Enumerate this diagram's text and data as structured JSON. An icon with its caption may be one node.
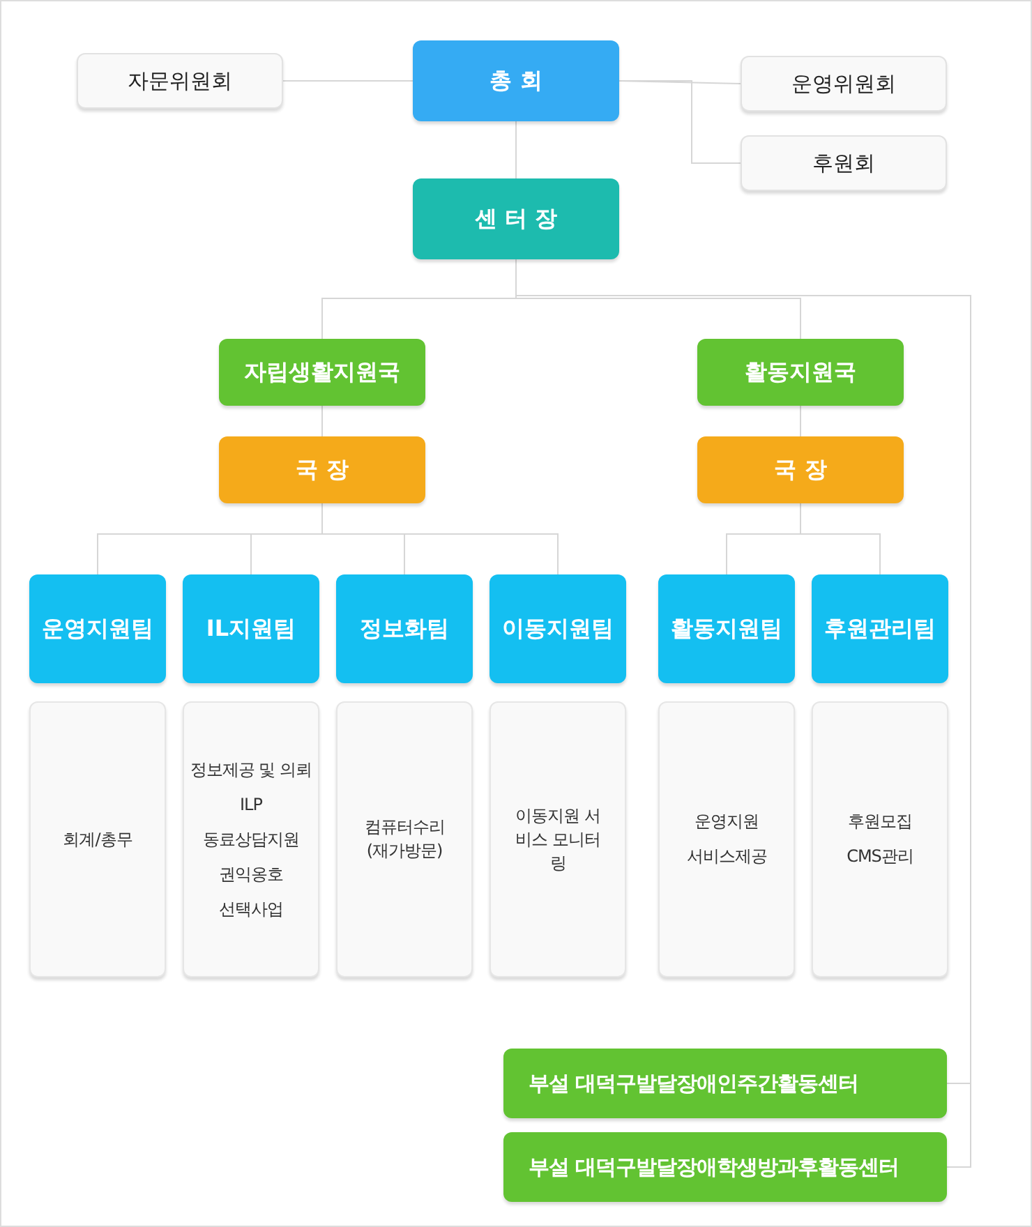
{
  "diagram": {
    "nodes": [
      {
        "text": [
          "자문위원회"
        ]
      },
      {
        "text": [
          "총 회"
        ]
      },
      {
        "text": [
          "운영위원회"
        ]
      },
      {
        "text": [
          "후원회"
        ]
      },
      {
        "text": [
          "센 터 장"
        ]
      },
      {
        "text": [
          "자립생활지원국"
        ]
      },
      {
        "text": [
          "활동지원국"
        ]
      },
      {
        "text": [
          "국 장"
        ]
      },
      {
        "text": [
          "국 장"
        ]
      },
      {
        "text": [
          "운영지원팀"
        ]
      },
      {
        "text": [
          "IL지원팀"
        ]
      },
      {
        "text": [
          "정보화팀"
        ]
      },
      {
        "text": [
          "이동지원팀"
        ]
      },
      {
        "text": [
          "활동지원팀"
        ]
      },
      {
        "text": [
          "후원관리팀"
        ]
      },
      {
        "text": [
          "회계/총무"
        ]
      },
      {
        "text": [
          "정보제공 및 의뢰",
          "ILP",
          "동료상담지원",
          "권익옹호",
          "선택사업"
        ]
      },
      {
        "text": [
          "컴퓨터수리 (재가방문)"
        ]
      },
      {
        "text": [
          "이동지원 서비스 모니터링"
        ]
      },
      {
        "text": [
          "운영지원",
          "서비스제공"
        ]
      },
      {
        "text": [
          "후원모집",
          "CMS관리"
        ]
      },
      {
        "text": [
          "부설 대덕구발달장애인주간활동센터"
        ]
      },
      {
        "text": [
          "부설 대덕구발달장애학생방과후활동센터"
        ]
      }
    ],
    "edges": [
      {
        "from": 1,
        "to": 0,
        "arrow": "none"
      },
      {
        "from": 1,
        "to": 2,
        "arrow": "none"
      },
      {
        "from": 1,
        "to": 3,
        "arrow": "none"
      },
      {
        "from": 1,
        "to": 4,
        "arrow": "none"
      },
      {
        "from": 4,
        "to": 5,
        "arrow": "none"
      },
      {
        "from": 4,
        "to": 6,
        "arrow": "none"
      },
      {
        "from": 4,
        "to": 21,
        "arrow": "none"
      },
      {
        "from": 4,
        "to": 22,
        "arrow": "none"
      },
      {
        "from": 5,
        "to": 7,
        "arrow": "none"
      },
      {
        "from": 6,
        "to": 8,
        "arrow": "none"
      },
      {
        "from": 7,
        "to": 9,
        "arrow": "none"
      },
      {
        "from": 7,
        "to": 10,
        "arrow": "none"
      },
      {
        "from": 7,
        "to": 11,
        "arrow": "none"
      },
      {
        "from": 7,
        "to": 12,
        "arrow": "none"
      },
      {
        "from": 8,
        "to": 13,
        "arrow": "none"
      },
      {
        "from": 8,
        "to": 14,
        "arrow": "none"
      }
    ]
  }
}
